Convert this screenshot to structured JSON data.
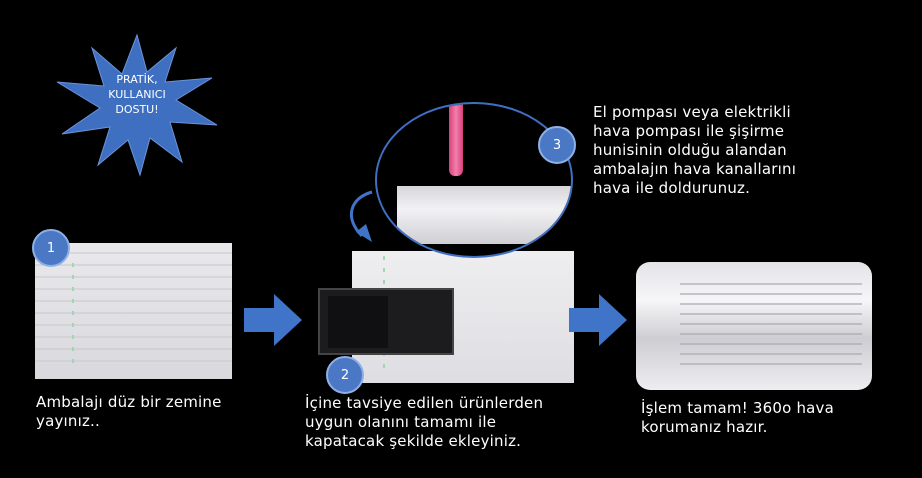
{
  "badge_text": "PRATİK,\nKULLANICI\nDOSTU!",
  "steps": [
    {
      "number": "1",
      "text": "Ambalajı düz bir zemine\nyayınız.."
    },
    {
      "number": "2",
      "text": "İçine tavsiye edilen ürünlerden\nuygun olanını tamamı ile\nkapatacak şekilde ekleyiniz."
    },
    {
      "number": "3",
      "text": "El pompası veya elektrikli\nhava pompası ile şişirme\nhunisinin olduğu alandan\nambalajın hava kanallarını\nhava ile doldurunuz."
    }
  ],
  "result_text": "İşlem tamam! 360o hava\nkorumanız hazır.",
  "colors": {
    "badge_blue": "#4a78c5",
    "star_blue": "#3f6fc1",
    "background": "#000000"
  }
}
